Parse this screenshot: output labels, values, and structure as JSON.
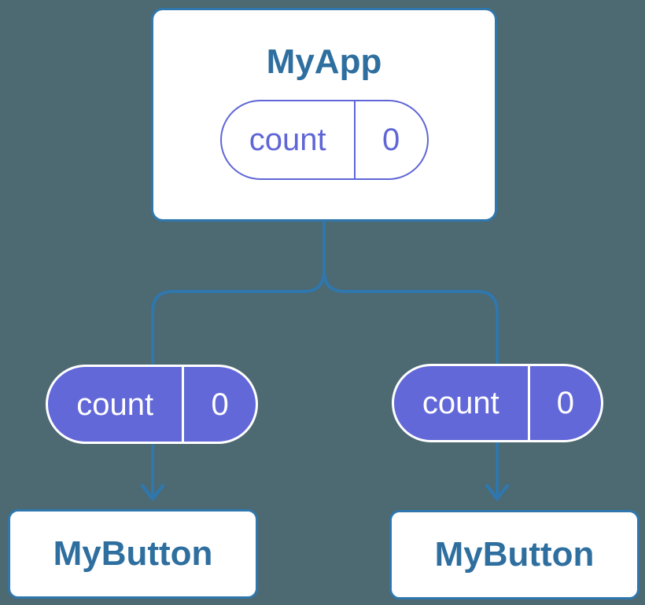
{
  "diagram": {
    "root": {
      "title": "MyApp",
      "state": {
        "name": "count",
        "value": "0"
      }
    },
    "children": [
      {
        "title": "MyButton",
        "prop": {
          "name": "count",
          "value": "0"
        }
      },
      {
        "title": "MyButton",
        "prop": {
          "name": "count",
          "value": "0"
        }
      }
    ]
  },
  "colors": {
    "background": "#4d6971",
    "connector_line": "#2f77ad",
    "node_border": "#2f77ad",
    "node_background": "#ffffff",
    "node_title_text": "#2e6f9f",
    "prop_pill_fill": "#6268d8",
    "state_pill_outline": "#5f66d6",
    "pill_divider_light": "#ffffff"
  }
}
